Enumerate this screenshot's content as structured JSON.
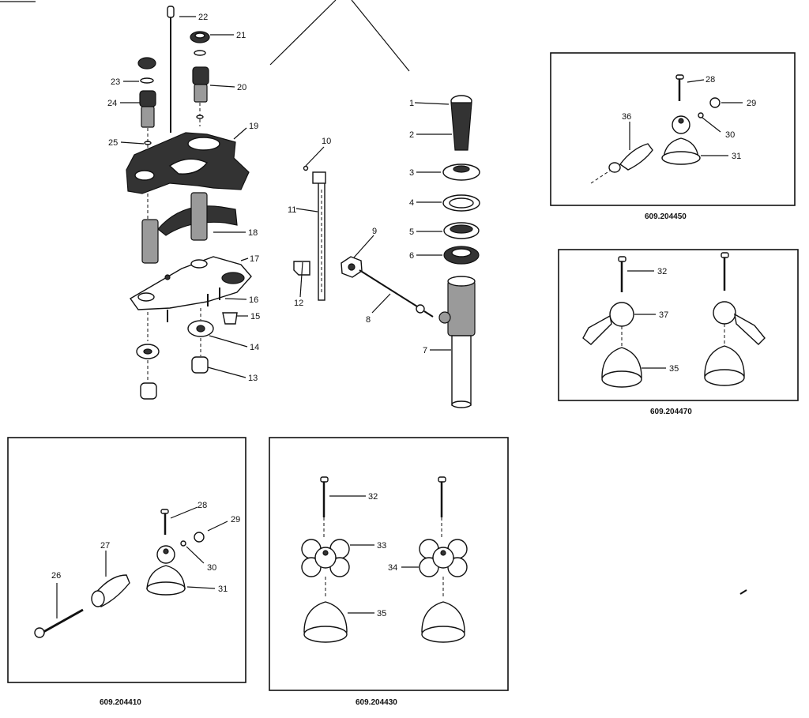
{
  "diagram": {
    "main_callouts": {
      "c1": "1",
      "c2": "2",
      "c3": "3",
      "c4": "4",
      "c5": "5",
      "c6": "6",
      "c7": "7",
      "c8": "8",
      "c9": "9",
      "c10": "10",
      "c11": "11",
      "c12": "12",
      "c13": "13",
      "c14": "14",
      "c15": "15",
      "c16": "16",
      "c17": "17",
      "c18": "18",
      "c19": "19",
      "c20": "20",
      "c21": "21",
      "c22": "22",
      "c23": "23",
      "c24": "24",
      "c25": "25"
    },
    "panel_450": {
      "caption": "609.204450",
      "c28": "28",
      "c29": "29",
      "c30": "30",
      "c31": "31",
      "c36": "36"
    },
    "panel_470": {
      "caption": "609.204470",
      "c32": "32",
      "c37": "37",
      "c35": "35"
    },
    "panel_410": {
      "caption": "609.204410",
      "c26": "26",
      "c27": "27",
      "c28": "28",
      "c29": "29",
      "c30": "30",
      "c31": "31"
    },
    "panel_430": {
      "caption": "609.204430",
      "c32": "32",
      "c33": "33",
      "c34": "34",
      "c35": "35"
    }
  }
}
